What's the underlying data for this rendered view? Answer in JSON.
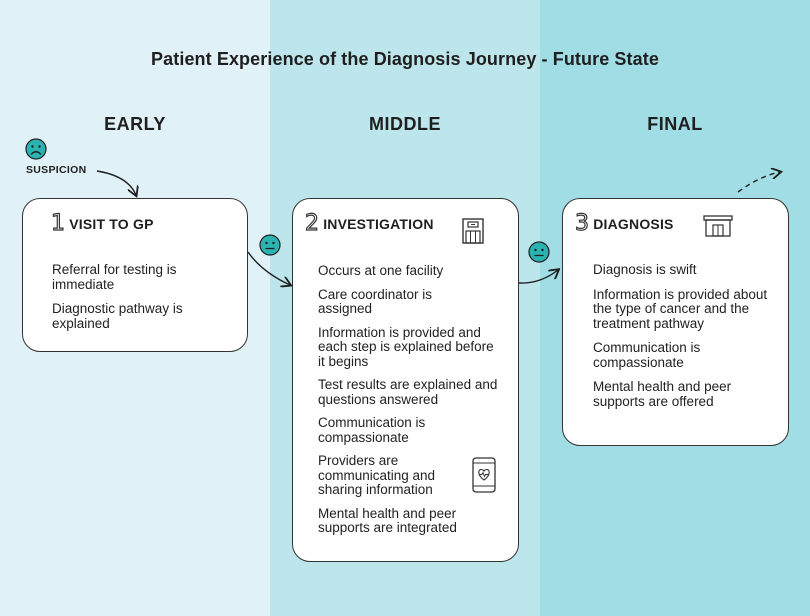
{
  "title": "Patient Experience of the Diagnosis Journey - Future State",
  "stages": {
    "early": "EARLY",
    "middle": "MIDDLE",
    "final": "FINAL"
  },
  "suspicion": {
    "label": "SUSPICION",
    "face_icon": "sad-face-icon"
  },
  "cards": {
    "visit_gp": {
      "number": "1",
      "title": "VISIT TO GP",
      "items": [
        "Referral for testing is immediate",
        "Diagnostic pathway is explained"
      ]
    },
    "investigation": {
      "number": "2",
      "title": "INVESTIGATION",
      "icon": "hospital-building-icon",
      "items": [
        "Occurs at one facility",
        "Care coordinator is assigned",
        "Information is provided and each step is explained before it begins",
        "Test results are explained and questions answered",
        "Communication is compassionate",
        "Providers are communicating and sharing information",
        "Mental health and peer supports are integrated"
      ],
      "item_icon": "phone-heart-icon"
    },
    "diagnosis": {
      "number": "3",
      "title": "DIAGNOSIS",
      "icon": "clinic-building-icon",
      "items": [
        "Diagnosis is swift",
        "Information is provided about the type of cancer and the treatment pathway",
        "Communication is compassionate",
        "Mental health and peer supports are offered"
      ]
    }
  },
  "colors": {
    "early_bg": "#e0f1f7",
    "middle_bg": "#bde6ec",
    "final_bg": "#a0dde4",
    "face_fill": "#2bb3b1"
  }
}
